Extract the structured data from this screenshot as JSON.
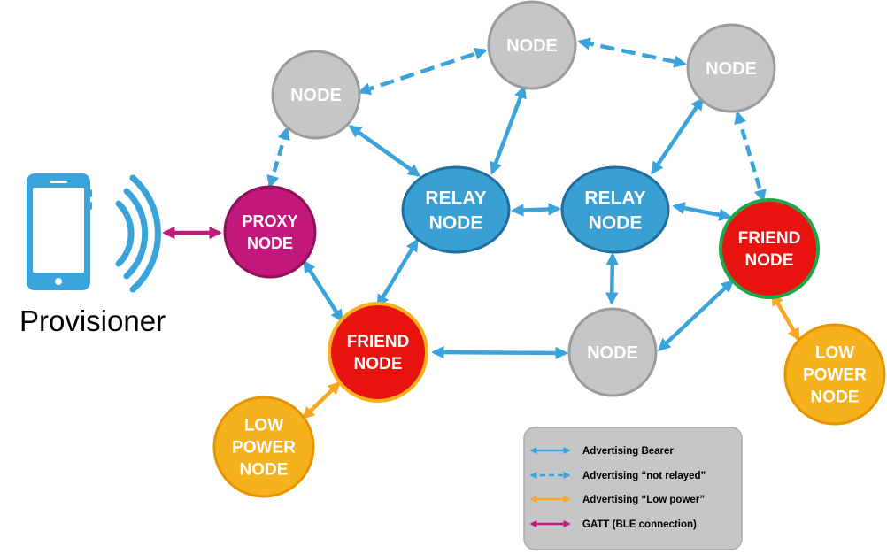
{
  "provisioner": {
    "label": "Provisioner"
  },
  "nodes": {
    "node_a": {
      "lines": [
        "NODE"
      ]
    },
    "node_b": {
      "lines": [
        "NODE"
      ]
    },
    "node_c": {
      "lines": [
        "NODE"
      ]
    },
    "node_d": {
      "lines": [
        "NODE"
      ]
    },
    "proxy": {
      "lines": [
        "PROXY",
        "NODE"
      ]
    },
    "relay1": {
      "lines": [
        "RELAY",
        "NODE"
      ]
    },
    "relay2": {
      "lines": [
        "RELAY",
        "NODE"
      ]
    },
    "friend1": {
      "lines": [
        "FRIEND",
        "NODE"
      ]
    },
    "friend2": {
      "lines": [
        "FRIEND",
        "NODE"
      ]
    },
    "lowpower1": {
      "lines": [
        "LOW",
        "POWER",
        "NODE"
      ]
    },
    "lowpower2": {
      "lines": [
        "LOW",
        "POWER",
        "NODE"
      ]
    }
  },
  "legend": {
    "items": [
      {
        "label": "Advertising Bearer",
        "style": "solid",
        "color": "#3AA3DC"
      },
      {
        "label": "Advertising “not relayed”",
        "style": "dashed",
        "color": "#3AA3DC"
      },
      {
        "label": "Advertising “Low power”",
        "style": "solid",
        "color": "#F7A823"
      },
      {
        "label": "GATT (BLE connection)",
        "style": "solid",
        "color": "#C2187B"
      }
    ]
  },
  "colors": {
    "advertising": "#3AA3DC",
    "low_power_link": "#F7A823",
    "gatt": "#C2187B",
    "plain_node": "#C4C6C8",
    "relay_node": "#3A9FD3",
    "proxy_node": "#C2187B",
    "friend_node": "#E8130F",
    "low_power_node": "#F6B21C",
    "phone": "#3AA3DC"
  }
}
